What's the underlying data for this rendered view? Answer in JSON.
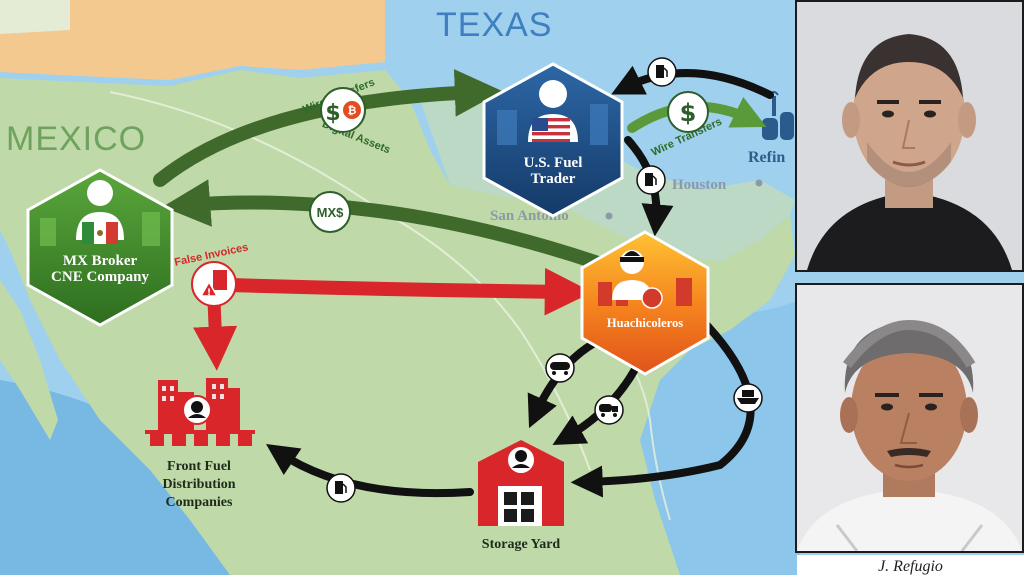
{
  "map_labels": {
    "texas": "TEXAS",
    "mexico": "MEXICO",
    "houston": "Houston",
    "san_antonio": "San Antonio",
    "refinery": "Refin"
  },
  "nodes": {
    "us_trader": {
      "line1": "U.S. Fuel",
      "line2": "Trader"
    },
    "mx_broker": {
      "line1": "MX Broker",
      "line2": "CNE Company"
    },
    "huachicoleros": {
      "label": "Huachicoleros"
    },
    "front_fuel": {
      "line1": "Front Fuel",
      "line2": "Distribution",
      "line3": "Companies"
    },
    "storage_yard": {
      "label": "Storage Yard"
    }
  },
  "flow_labels": {
    "wire_transfers_top": "Wire Transfers",
    "digital_assets": "Digital Assets",
    "wire_transfers_right": "Wire Transfers",
    "mxs": "MX$",
    "false_invoices": "False Invoices"
  },
  "photos": {
    "caption": "J. Refugio"
  },
  "colors": {
    "water": "#9fd1ee",
    "land": "#bfd9a8",
    "us_node": "#1f4f86",
    "mx_node": "#3f8a2a",
    "huach_node": "#f2751b",
    "red_arrow": "#d8262a",
    "green_arrow": "#3f6a2c",
    "black_arrow": "#111111"
  }
}
